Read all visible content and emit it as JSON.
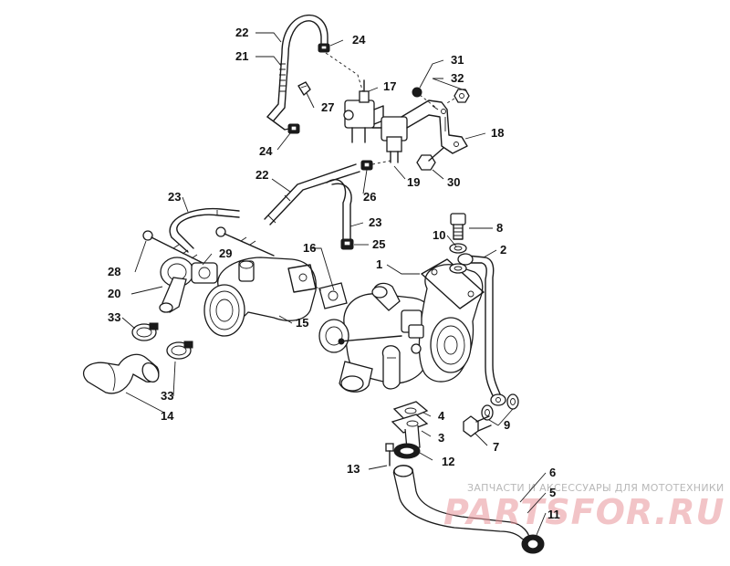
{
  "callouts": {
    "c1": "1",
    "c2": "2",
    "c3": "3",
    "c4": "4",
    "c5": "5",
    "c6": "6",
    "c7": "7",
    "c8": "8",
    "c9": "9",
    "c10": "10",
    "c11": "11",
    "c12": "12",
    "c13": "13",
    "c14": "14",
    "c15": "15",
    "c16": "16",
    "c17": "17",
    "c18": "18",
    "c19": "19",
    "c20": "20",
    "c21": "21",
    "c22a": "22",
    "c22b": "22",
    "c23a": "23",
    "c23b": "23",
    "c24a": "24",
    "c24b": "24",
    "c25": "25",
    "c26": "26",
    "c27": "27",
    "c28": "28",
    "c29": "29",
    "c30": "30",
    "c31": "31",
    "c32": "32",
    "c33a": "33",
    "c33b": "33"
  },
  "watermark": {
    "caption": "ЗАПЧАСТИ И АКСЕССУАРЫ ДЛЯ МОТОТЕХНИКИ",
    "logo": "PARTSFOR.RU"
  }
}
